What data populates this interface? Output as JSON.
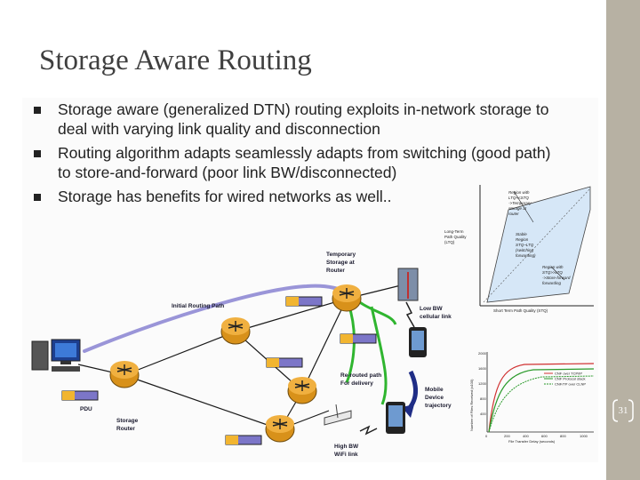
{
  "slide": {
    "title": "Storage Aware Routing",
    "page_number": "31",
    "bullets": [
      "Storage aware (generalized DTN) routing exploits in-network storage to deal with varying link quality and disconnection",
      "Routing algorithm adapts seamlessly adapts from switching (good path) to store-and-forward (poor link BW/disconnected)",
      "Storage has benefits for wired networks as well.."
    ]
  },
  "diagram": {
    "labels": {
      "temporary_storage": [
        "Temporary",
        "Storage at",
        "Router"
      ],
      "initial_routing_path": "Initial Routing Path",
      "low_bw": [
        "Low BW",
        "cellular link"
      ],
      "rerouted_path": [
        "Re-routed path",
        "For delivery"
      ],
      "mobile_trajectory": [
        "Mobile",
        "Device",
        "trajectory"
      ],
      "pdu": "PDU",
      "storage_router": [
        "Storage",
        "Router"
      ],
      "high_bw": [
        "High BW",
        "WiFi link"
      ]
    },
    "region_chart": {
      "top_label": [
        "Region with",
        "LTQ<<STQ",
        "->Temporary",
        "storage at",
        "router"
      ],
      "stable_region": [
        "Stable",
        "Region",
        "STQ~LTQ",
        "(switching",
        "forwarding)"
      ],
      "right_label": [
        "Region with",
        "STQ>>LTQ",
        "->Store-forward",
        "forwarding"
      ],
      "y_axis": [
        "Long-Term",
        "Path Quality",
        "(LTQ)"
      ],
      "x_axis": "Short Term Path Quality (STQ)"
    },
    "perf_chart": {
      "y_axis": "Number of Files Received (x100)",
      "x_axis": "File Transfer Delay (seconds)",
      "y_ticks": [
        "2000",
        "1600",
        "1200",
        "800",
        "400"
      ],
      "x_ticks": [
        "0",
        "200",
        "400",
        "600",
        "800",
        "1000"
      ],
      "legend": [
        "CNF over TCP/IP",
        "CNF Protocol stack",
        "CNF/TP over CLNP"
      ]
    }
  },
  "colors": {
    "sidebar": "#b7b1a3",
    "title": "#3f3f3f",
    "initial_path": "#9a95d8",
    "rerouted_path": "#2fb52f",
    "router": "#d8911a"
  }
}
